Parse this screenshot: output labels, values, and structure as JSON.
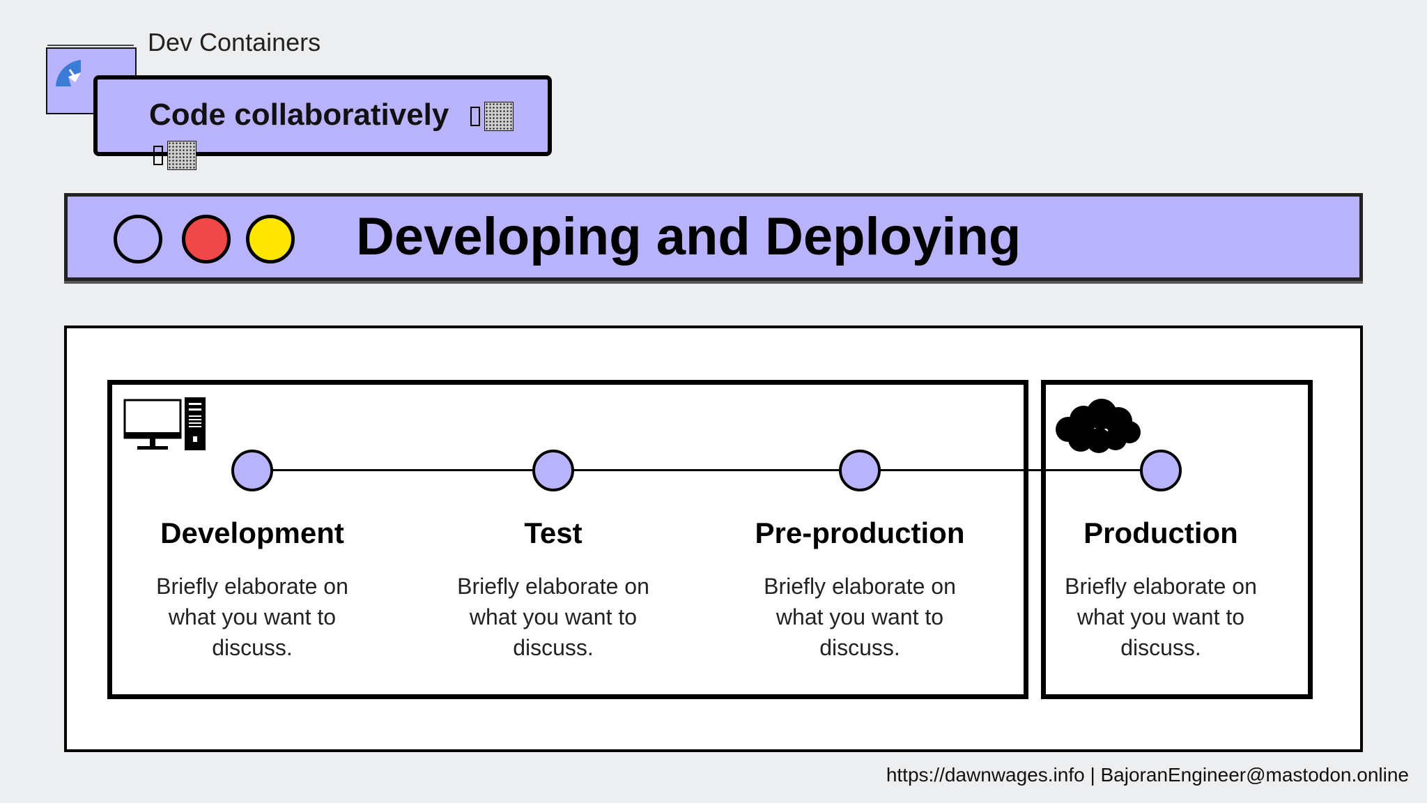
{
  "header": {
    "app_name": "Dev Containers",
    "badge_title": "Code collaboratively"
  },
  "title_bar": {
    "title": "Developing and Deploying",
    "dots": [
      "outline",
      "red",
      "yellow"
    ]
  },
  "stages": [
    {
      "title": "Development",
      "description": "Briefly elaborate on what you want to discuss."
    },
    {
      "title": "Test",
      "description": "Briefly elaborate on what you want to discuss."
    },
    {
      "title": "Pre-production",
      "description": "Briefly elaborate on what you want to discuss."
    },
    {
      "title": "Production",
      "description": "Briefly elaborate on what you want to discuss."
    }
  ],
  "icons": {
    "group_1": "computer-icon",
    "group_2": "cloud-icon",
    "logo": "dev-containers-logo-icon"
  },
  "colors": {
    "accent": "#b9b3fb",
    "background": "#edeef0",
    "red_dot": "#f04848",
    "yellow_dot": "#ffe600"
  },
  "footer": {
    "text": "https://dawnwages.info | BajoranEngineer@mastodon.online"
  }
}
